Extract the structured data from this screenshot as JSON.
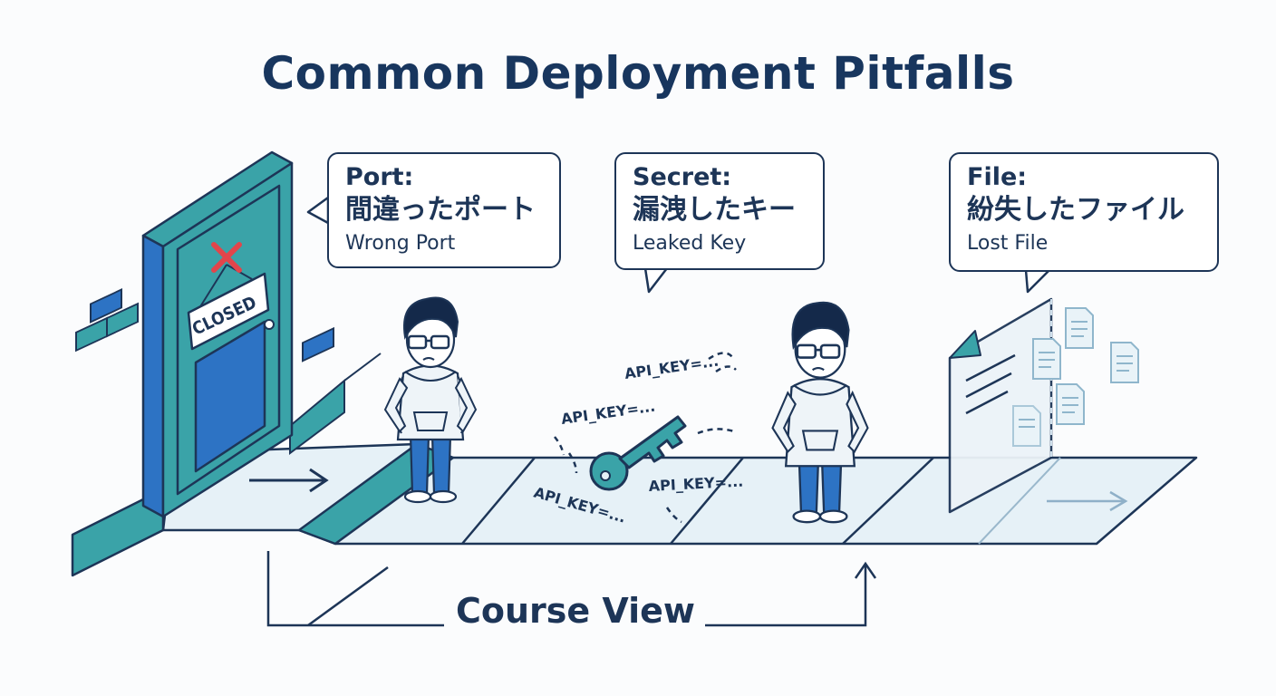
{
  "title": "Common Deployment Pitfalls",
  "door_sign": "CLOSED",
  "pitfalls": [
    {
      "heading": "Port:",
      "jp": "間違ったポート",
      "en": "Wrong Port"
    },
    {
      "heading": "Secret:",
      "jp": "漏洩したキー",
      "en": "Leaked Key"
    },
    {
      "heading": "File:",
      "jp": "紛失したファイル",
      "en": "Lost File"
    }
  ],
  "key_labels": [
    "API_KEY=...",
    "API_KEY=...",
    "API_KEY=...",
    "API_KEY=..."
  ],
  "footer": "Course View",
  "colors": {
    "navy": "#1d3557",
    "teal": "#3aa3a8",
    "blue": "#2d73c4",
    "red": "#e2454b",
    "path": "#e6f1f7"
  }
}
